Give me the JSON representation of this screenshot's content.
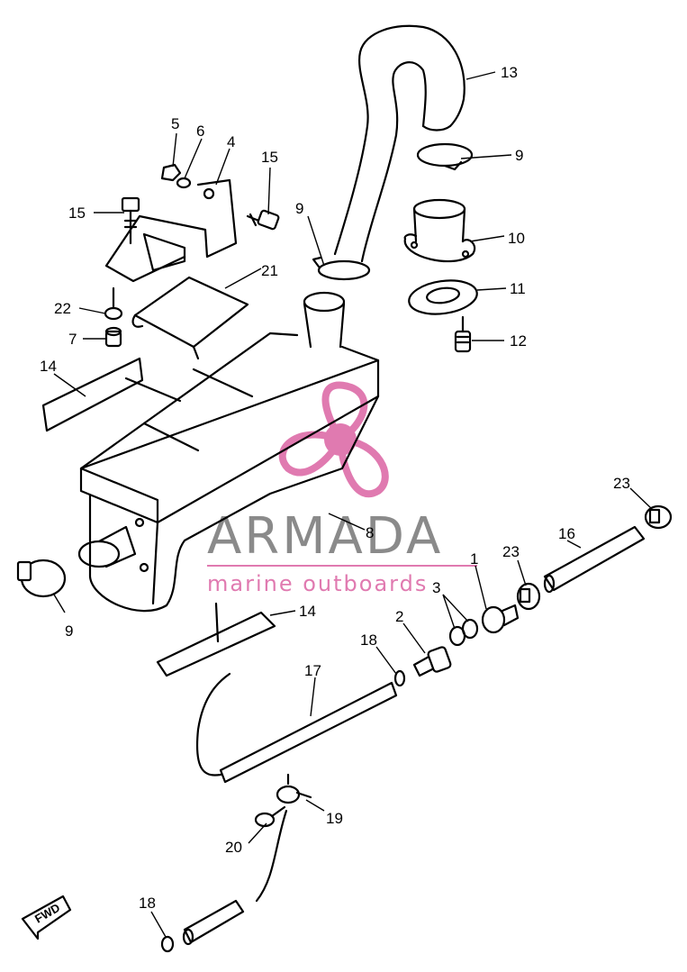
{
  "watermark": {
    "brand": "ARMADA",
    "tagline": "marine outboards",
    "accent_color": "#e07ab0",
    "text_color": "#8a8a8a"
  },
  "fwd_label": "FWD",
  "callouts": {
    "n13": "13",
    "n9a": "9",
    "n10": "10",
    "n11": "11",
    "n12": "12",
    "n9b": "9",
    "n5": "5",
    "n6": "6",
    "n4": "4",
    "n15a": "15",
    "n15b": "15",
    "n21": "21",
    "n22": "22",
    "n7": "7",
    "n14a": "14",
    "n8": "8",
    "n23a": "23",
    "n16": "16",
    "n23b": "23",
    "n1": "1",
    "n3": "3",
    "n2": "2",
    "n18a": "18",
    "n9c": "9",
    "n14b": "14",
    "n17": "17",
    "n19": "19",
    "n20": "20",
    "n18b": "18"
  }
}
